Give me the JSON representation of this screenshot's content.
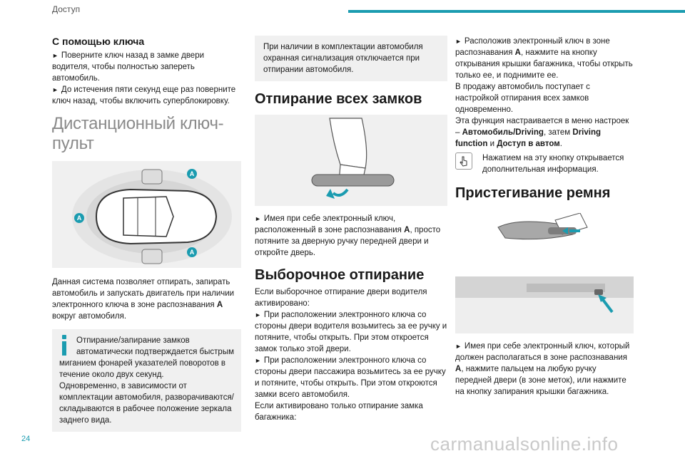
{
  "header": {
    "title": "Доступ"
  },
  "col1": {
    "h1": "С помощью ключа",
    "p1a": "Поверните ключ назад в замке двери водителя, чтобы полностью запереть автомобиль.",
    "p1b": "До истечения пяти секунд еще раз поверните ключ назад, чтобы включить суперблокировку.",
    "h2": "Дистанционный ключ-пульт",
    "zone_labels": [
      "A",
      "A",
      "A"
    ],
    "p2": "Данная система позволяет отпирать, запирать автомобиль и запускать двигатель при наличии электронного ключа в зоне распознавания",
    "p2_bold": "A",
    "p2_end": "вокруг автомобиля.",
    "note_l1": "Отпирание/запирание замков автоматически подтверждается быстрым миганием фонарей указателей поворотов в течение около двух секунд.",
    "note_l2": "Одновременно, в зависимости от комплектации автомобиля, разворачиваются/складываются в рабочее положение зеркала заднего вида."
  },
  "col2": {
    "box": "При наличии в комплектации автомобиля охранная сигнализация отключается при отпирании автомобиля.",
    "h1": "Отпирание всех замков",
    "p1_start": "Имея при себе электронный ключ, расположенный в зоне распознавания",
    "p1_bold": "A",
    "p1_end": ", просто потяните за дверную ручку передней двери и откройте дверь.",
    "h2": "Выборочное отпирание",
    "p2": "Если выборочное отпирание двери водителя активировано:",
    "p3": "При расположении электронного ключа со стороны двери водителя возьмитесь за ее ручку и потяните, чтобы открыть. При этом откроется замок только этой двери.",
    "p4": "При расположении электронного ключа со стороны двери пассажира возьмитесь за ее ручку и потяните, чтобы открыть. При этом откроются замки всего автомобиля.",
    "p5": "Если активировано только отпирание замка багажника:"
  },
  "col3": {
    "p1_start": "Расположив электронный ключ в зоне распознавания",
    "p1_bold": "A",
    "p1_end": ", нажмите на кнопку открывания крышки багажника, чтобы открыть только ее, и поднимите ее.",
    "p2": "В продажу автомобиль поступает с настройкой отпирания всех замков одновременно.",
    "p3_start": "Эта функция настраивается в меню настроек –",
    "p3_b1": "Автомобиль/Driving",
    "p3_mid": ", затем",
    "p3_b2": "Driving function",
    "p3_and": "и",
    "p3_b3": "Доступ в автом",
    "p3_end": ".",
    "tip": "Нажатием на эту кнопку открывается дополнительная информация.",
    "h1": "Пристегивание ремня",
    "p4_start": "Имея при себе электронный ключ, который должен располагаться в зоне распознавания",
    "p4_bold": "A",
    "p4_end": ", нажмите пальцем на любую ручку передней двери (в зоне меток), или нажмите на кнопку запирания крышки багажника."
  },
  "footer": {
    "page": "24",
    "watermark": "carmanualsonline.info"
  },
  "colors": {
    "accent": "#1b9cb0"
  }
}
